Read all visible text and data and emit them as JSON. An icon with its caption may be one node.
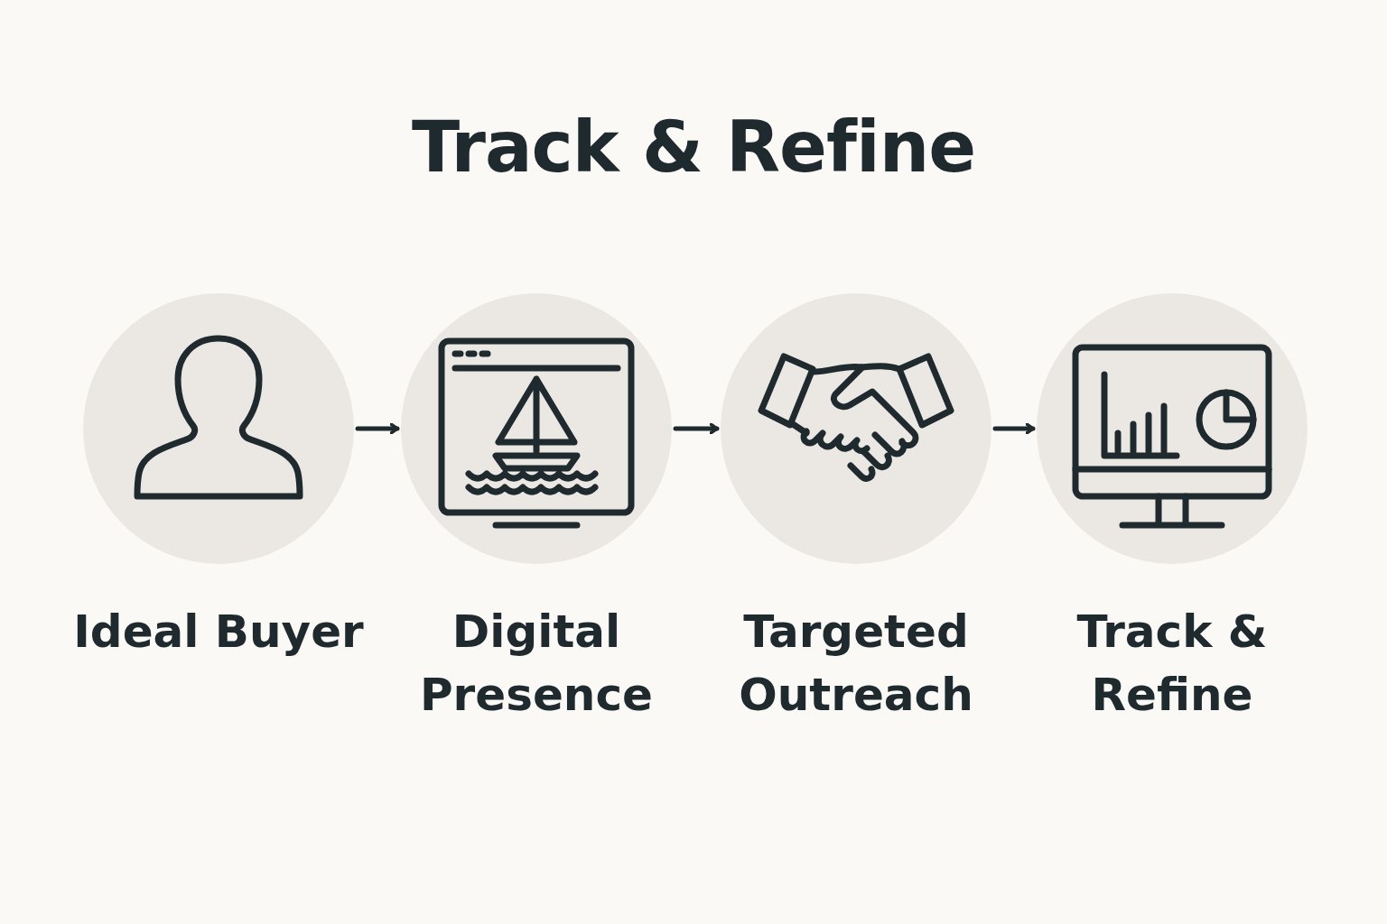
{
  "diagram": {
    "title": "Track & Refine",
    "nodes": [
      {
        "text": [
          "Ideal Buyer"
        ]
      },
      {
        "text": [
          "Digital Presence"
        ]
      },
      {
        "text": [
          "Targeted Outreach"
        ]
      },
      {
        "text": [
          "Track & Refine"
        ]
      }
    ],
    "edges": [
      {
        "from": 0,
        "to": 1,
        "arrow": "to"
      },
      {
        "from": 1,
        "to": 2,
        "arrow": "to"
      },
      {
        "from": 2,
        "to": 3,
        "arrow": "to"
      }
    ]
  }
}
